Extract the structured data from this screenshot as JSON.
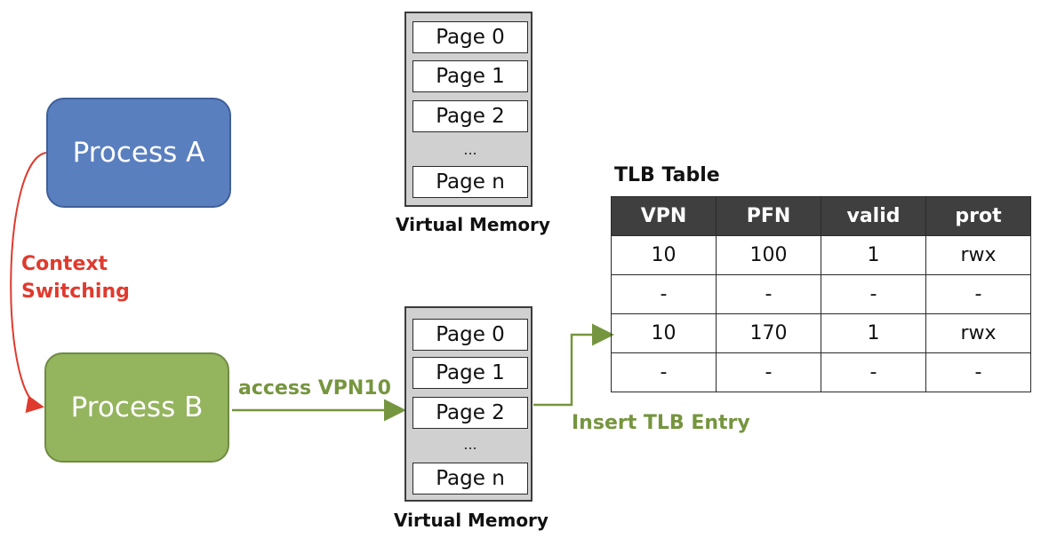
{
  "processes": {
    "a": "Process A",
    "b": "Process B"
  },
  "context_label_1": "Context",
  "context_label_2": "Switching",
  "access_label": "access VPN10",
  "insert_label": "Insert TLB Entry",
  "virtual_memory": {
    "caption": "Virtual Memory",
    "pages": [
      "Page 0",
      "Page 1",
      "Page 2"
    ],
    "ellipsis": "...",
    "last_page": "Page n"
  },
  "tlb": {
    "title": "TLB Table",
    "headers": [
      "VPN",
      "PFN",
      "valid",
      "prot"
    ],
    "rows": [
      [
        "10",
        "100",
        "1",
        "rwx"
      ],
      [
        "-",
        "-",
        "-",
        "-"
      ],
      [
        "10",
        "170",
        "1",
        "rwx"
      ],
      [
        "-",
        "-",
        "-",
        "-"
      ]
    ]
  },
  "colors": {
    "process_a": "#5a7fbf",
    "process_b": "#94b45e",
    "context_arrow": "#e03a2e",
    "green_arrow": "#76953f",
    "table_header": "#3f3f3f"
  }
}
